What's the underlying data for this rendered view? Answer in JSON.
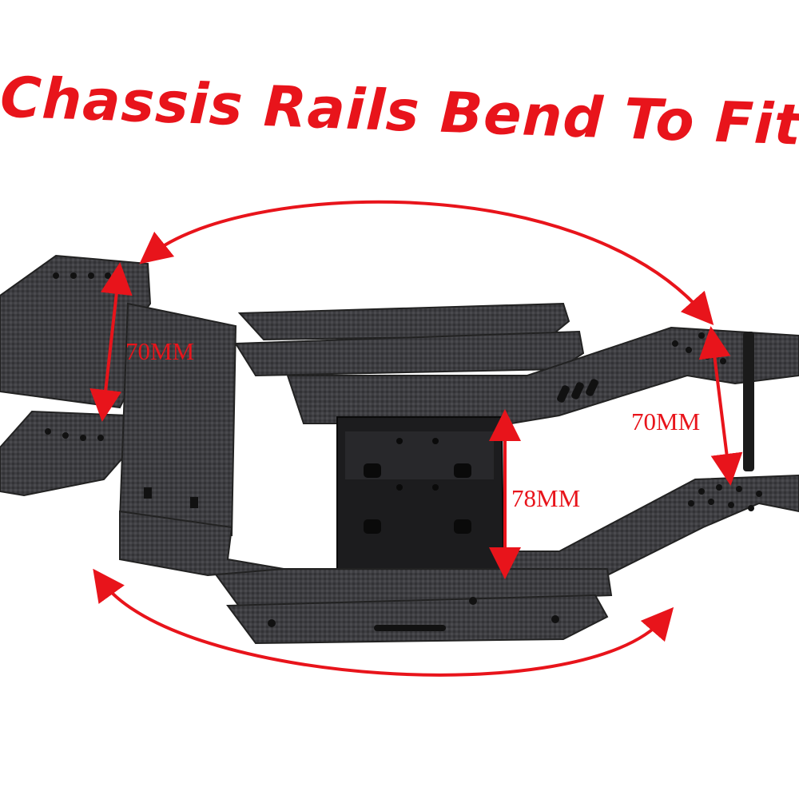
{
  "headline": "Chassis Rails Bend To Fit",
  "dimensions": {
    "left_height": "70MM",
    "right_height": "70MM",
    "skid_plate_height": "78MM"
  },
  "colors": {
    "accent": "#e8141b",
    "carbon": "#3d3d40",
    "carbon_dark": "#262628",
    "skid_plate": "#1c1c1e",
    "background": "#ffffff"
  }
}
